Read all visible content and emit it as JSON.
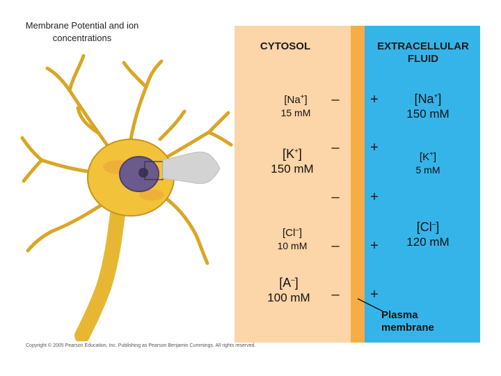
{
  "title": "Membrane Potential and ion concentrations",
  "cytosol_label": "CYTOSOL",
  "ecf_label": "EXTRACELLULAR FLUID",
  "cytosol_ions": [
    {
      "ion": "Na",
      "charge": "+",
      "conc": "15 mM"
    },
    {
      "ion": "K",
      "charge": "+",
      "conc": "150 mM"
    },
    {
      "ion": "Cl",
      "charge": "–",
      "conc": "10 mM"
    },
    {
      "ion": "A",
      "charge": "–",
      "conc": "100 mM"
    }
  ],
  "ecf_ions": [
    {
      "ion": "Na",
      "charge": "+",
      "conc": "150 mM"
    },
    {
      "ion": "K",
      "charge": "+",
      "conc": "5 mM"
    },
    {
      "ion": "Cl",
      "charge": "–",
      "conc": "120 mM"
    }
  ],
  "membrane_signs": {
    "inside": "–",
    "outside": "+"
  },
  "plasma_membrane_label": "Plasma membrane",
  "copyright": "Copyright © 2005 Pearson Education, Inc. Publishing as Pearson Benjamin Cummings. All rights reserved.",
  "colors": {
    "cytosol": "#fcd5a8",
    "membrane": "#f6ad45",
    "extracellular": "#35b4ea",
    "neuron": "#f2c23a"
  }
}
